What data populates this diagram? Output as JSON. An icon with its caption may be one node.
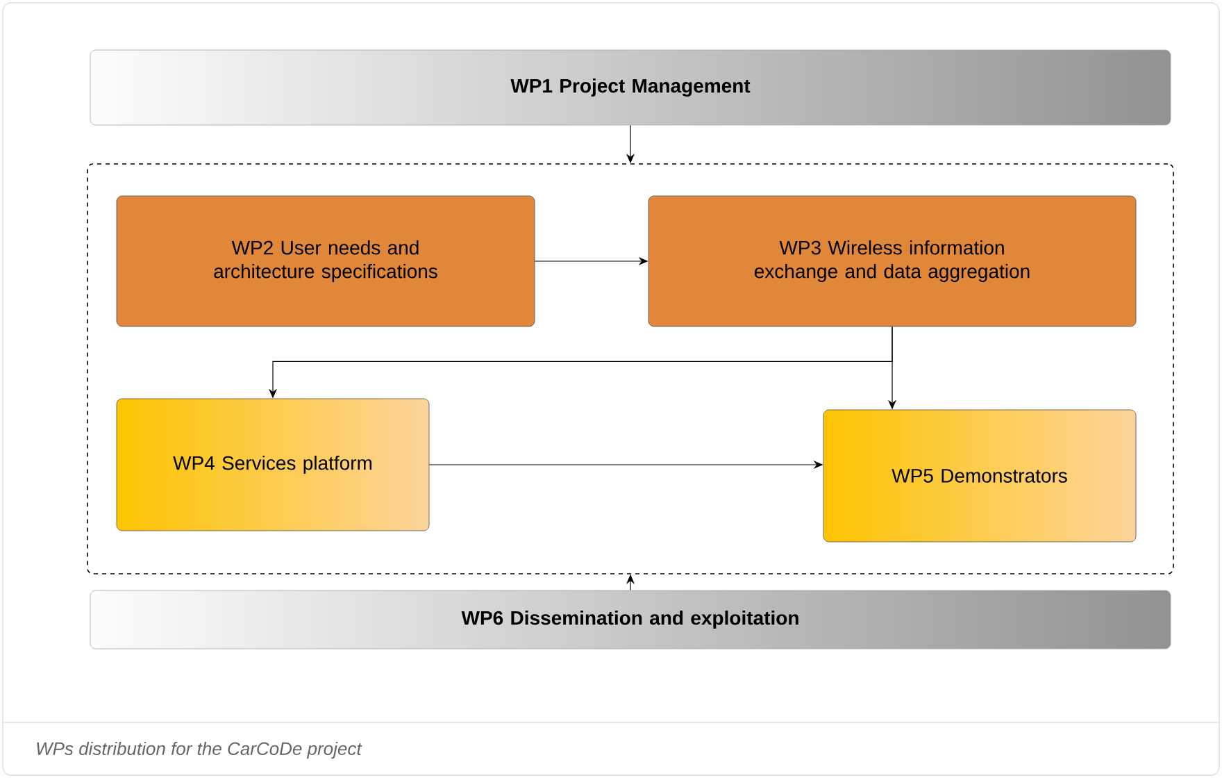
{
  "diagram": {
    "caption": "WPs distribution for the CarCoDe project",
    "nodes": [
      {
        "text": [
          "WP1 Project Management"
        ]
      },
      {
        "text": [],
        "shape": "box"
      },
      {
        "text": [
          "WP2 User needs and architecture specifications"
        ],
        "in": 1
      },
      {
        "text": [
          "WP3 Wireless information exchange and data aggregation"
        ],
        "in": 1
      },
      {
        "text": [
          "WP4 Services platform"
        ],
        "in": 1
      },
      {
        "text": [
          "WP5 Demonstrators"
        ],
        "in": 1
      },
      {
        "text": [
          "WP6 Dissemination and exploitation"
        ]
      }
    ],
    "edges": [
      {
        "from": 0,
        "to": 1,
        "arrow": "to"
      },
      {
        "from": 2,
        "to": 3,
        "arrow": "to"
      },
      {
        "from": 3,
        "to": 4,
        "arrow": "to"
      },
      {
        "from": 3,
        "to": 5,
        "arrow": "to"
      },
      {
        "from": 4,
        "to": 5,
        "arrow": "to"
      },
      {
        "from": 6,
        "to": 1,
        "arrow": "to"
      }
    ]
  }
}
